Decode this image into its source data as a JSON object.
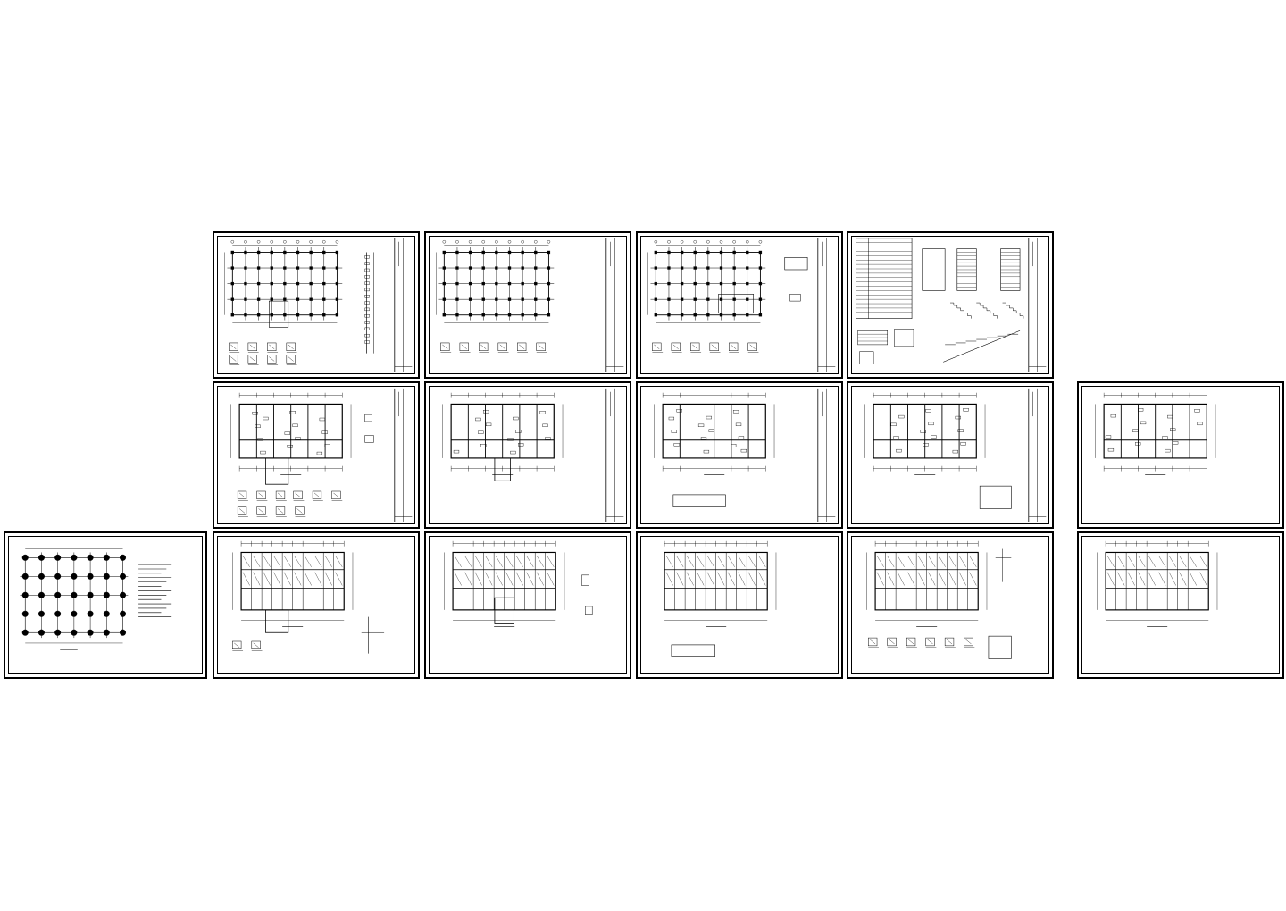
{
  "drawing_set": {
    "background": "#ffffff",
    "line_color": "#000000",
    "sheets": [
      {
        "id": "r1c1",
        "kind": "grid-plan",
        "row": 1,
        "col": 1
      },
      {
        "id": "r1c2",
        "kind": "grid-plan",
        "row": 1,
        "col": 2
      },
      {
        "id": "r1c3",
        "kind": "grid-plan",
        "row": 1,
        "col": 3
      },
      {
        "id": "r1c4",
        "kind": "stair-details",
        "row": 1,
        "col": 4
      },
      {
        "id": "r2c1",
        "kind": "floor-plan",
        "row": 2,
        "col": 1
      },
      {
        "id": "r2c2",
        "kind": "floor-plan",
        "row": 2,
        "col": 2
      },
      {
        "id": "r2c3",
        "kind": "floor-plan",
        "row": 2,
        "col": 3
      },
      {
        "id": "r2c4",
        "kind": "floor-plan",
        "row": 2,
        "col": 4
      },
      {
        "id": "r2c5",
        "kind": "floor-plan",
        "row": 2,
        "col": 5
      },
      {
        "id": "r3c0",
        "kind": "foundation-plan",
        "row": 3,
        "col": 0
      },
      {
        "id": "r3c1",
        "kind": "framing-plan",
        "row": 3,
        "col": 1
      },
      {
        "id": "r3c2",
        "kind": "framing-plan",
        "row": 3,
        "col": 2
      },
      {
        "id": "r3c3",
        "kind": "framing-plan",
        "row": 3,
        "col": 3
      },
      {
        "id": "r3c4",
        "kind": "framing-plan",
        "row": 3,
        "col": 4
      },
      {
        "id": "r3c5",
        "kind": "framing-plan",
        "row": 3,
        "col": 5
      }
    ]
  }
}
